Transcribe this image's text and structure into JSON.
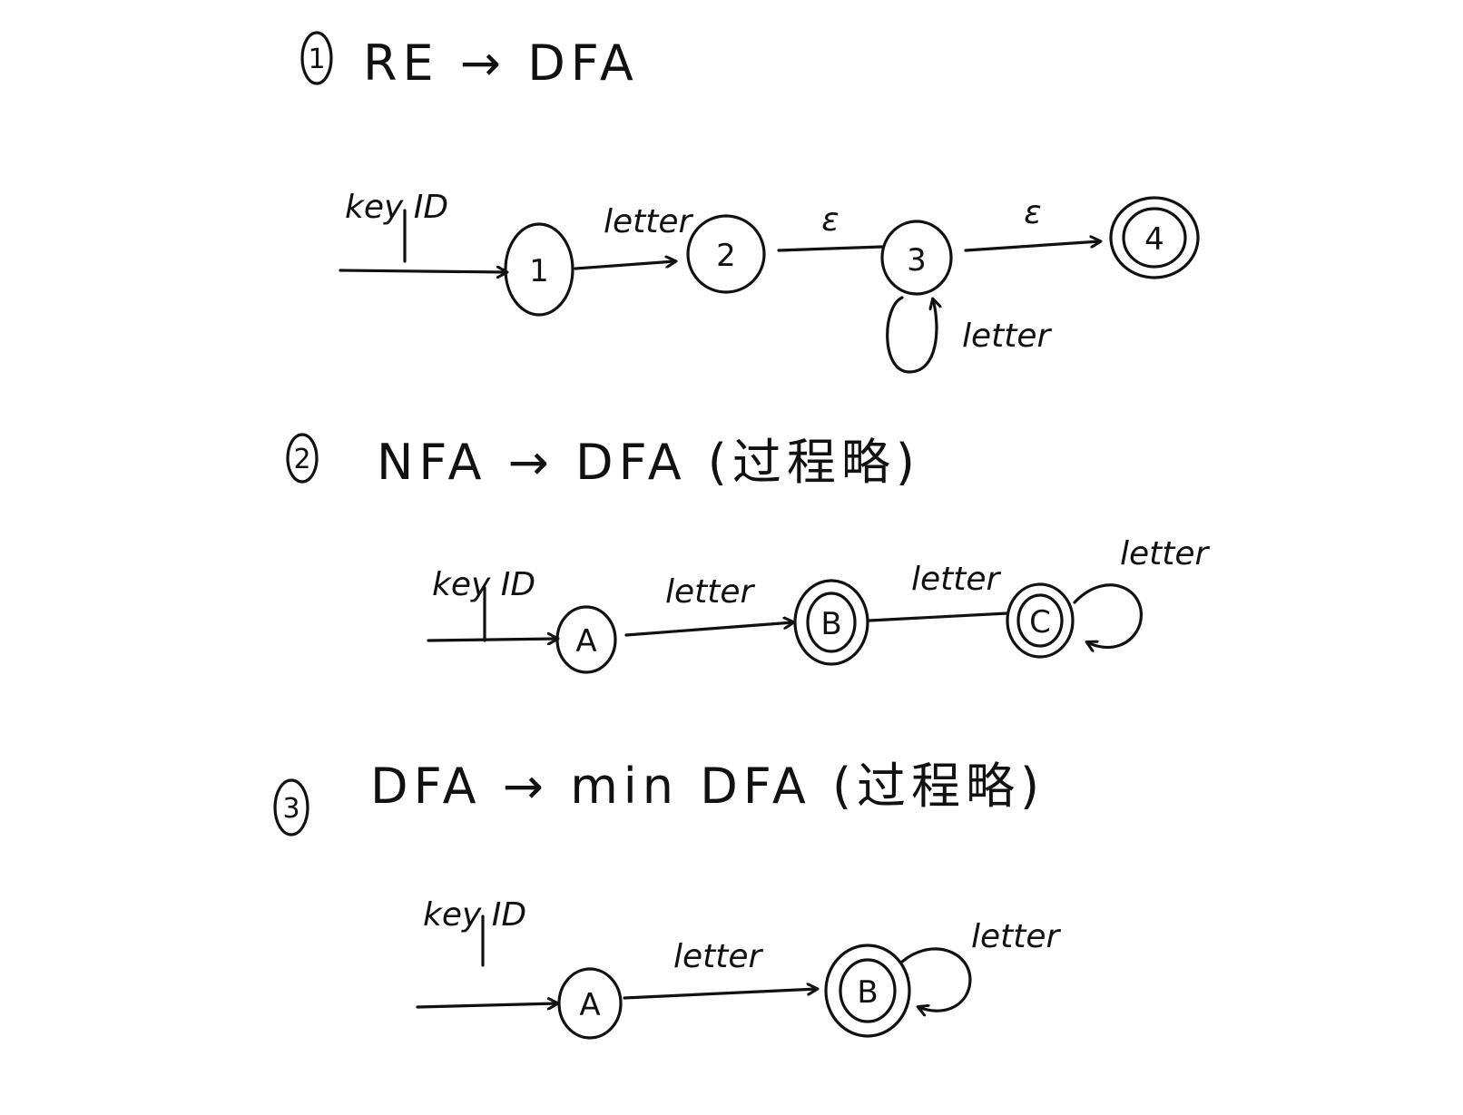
{
  "sections": [
    {
      "number": "1",
      "title": "RE → DFA",
      "start_label": "key ID",
      "states": [
        {
          "label": "1",
          "final": false
        },
        {
          "label": "2",
          "final": false
        },
        {
          "label": "3",
          "final": false
        },
        {
          "label": "4",
          "final": true
        }
      ],
      "edges": [
        {
          "from": "1",
          "to": "2",
          "label": "letter"
        },
        {
          "from": "2",
          "to": "3",
          "label": "ε"
        },
        {
          "from": "3",
          "to": "4",
          "label": "ε"
        },
        {
          "from": "3",
          "to": "3",
          "label": "letter"
        }
      ]
    },
    {
      "number": "2",
      "title": "NFA → DFA (过程略)",
      "start_label": "key ID",
      "states": [
        {
          "label": "A",
          "final": false
        },
        {
          "label": "B",
          "final": true
        },
        {
          "label": "C",
          "final": true
        }
      ],
      "edges": [
        {
          "from": "A",
          "to": "B",
          "label": "letter"
        },
        {
          "from": "B",
          "to": "C",
          "label": "letter"
        },
        {
          "from": "C",
          "to": "C",
          "label": "letter"
        }
      ]
    },
    {
      "number": "3",
      "title": "DFA → min DFA (过程略)",
      "start_label": "key ID",
      "states": [
        {
          "label": "A",
          "final": false
        },
        {
          "label": "B",
          "final": true
        }
      ],
      "edges": [
        {
          "from": "A",
          "to": "B",
          "label": "letter"
        },
        {
          "from": "B",
          "to": "B",
          "label": "letter"
        }
      ]
    }
  ]
}
